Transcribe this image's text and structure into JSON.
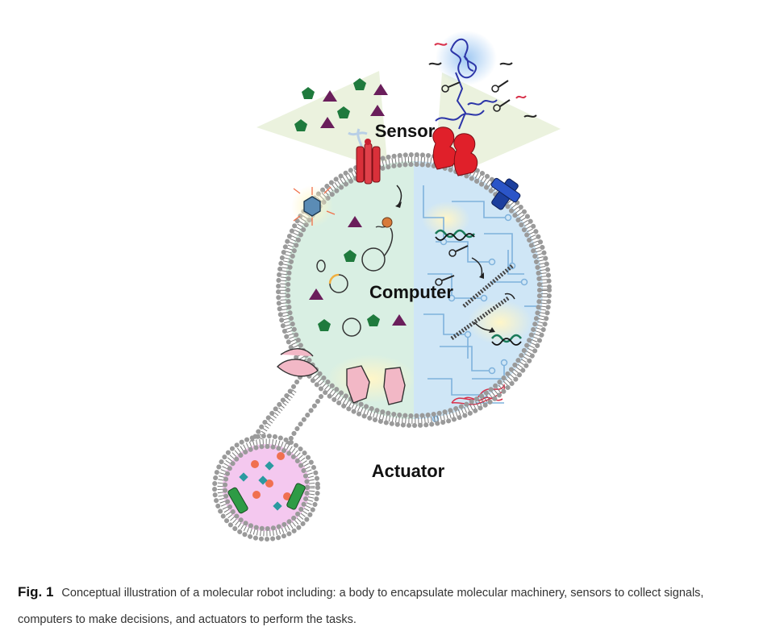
{
  "diagram": {
    "labels": {
      "sensor": "Sensor",
      "computer": "Computer",
      "actuator": "Actuator"
    }
  },
  "caption": {
    "figure_label": "Fig. 1",
    "text": "Conceptual illustration of a molecular robot including: a body to encapsulate molecular machinery, sensors to collect signals, computers to make decisions, and actuators to perform the tasks."
  },
  "colors": {
    "left_compartment": "#d9efe3",
    "right_compartment": "#cfe6f6",
    "circuit": "#7fb2dc",
    "vesicle_interior": "#f4c8ef",
    "membrane_head": "#9a9a9a",
    "sensor_receptor": "#e0202a",
    "channel": "#d9303a",
    "blue_receptor": "#1c3f9e",
    "actuator_protein": "#f2b8c6",
    "pentagon": "#1f7a3d",
    "triangle": "#6a1e5b",
    "helix": "#1a7a5a",
    "vesicle_green": "#2e9b45",
    "vesicle_teal": "#2b9aa0",
    "vesicle_orange": "#f07050"
  }
}
